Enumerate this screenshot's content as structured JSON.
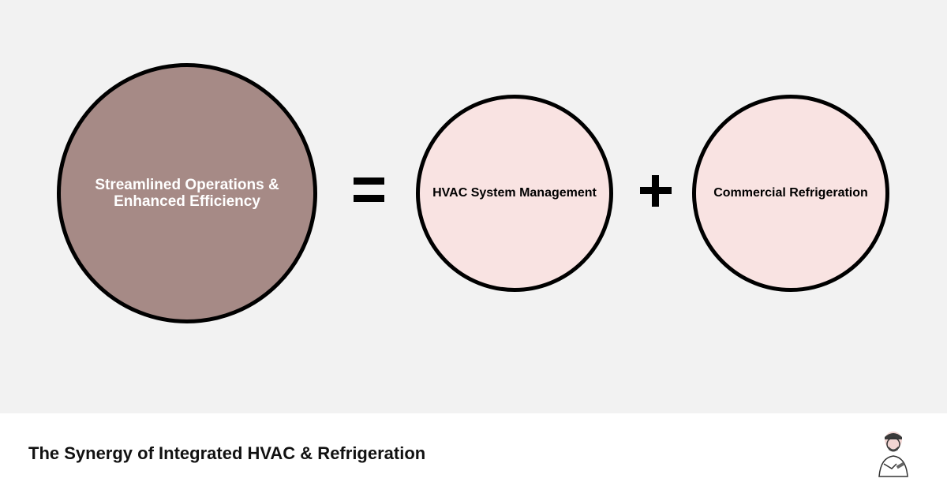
{
  "diagram": {
    "result_label": "Streamlined Operations & Enhanced Efficiency",
    "component_a_label": "HVAC System Management",
    "component_b_label": "Commercial Refrigeration",
    "equals_symbol": "=",
    "plus_symbol": "+"
  },
  "colors": {
    "result_fill": "#a68a86",
    "component_fill": "#f9e3e2",
    "outline": "#000000",
    "background": "#f2f2f2"
  },
  "footer": {
    "title": "The Synergy of Integrated HVAC & Refrigeration",
    "logo_icon": "mechanic-avatar-icon"
  }
}
